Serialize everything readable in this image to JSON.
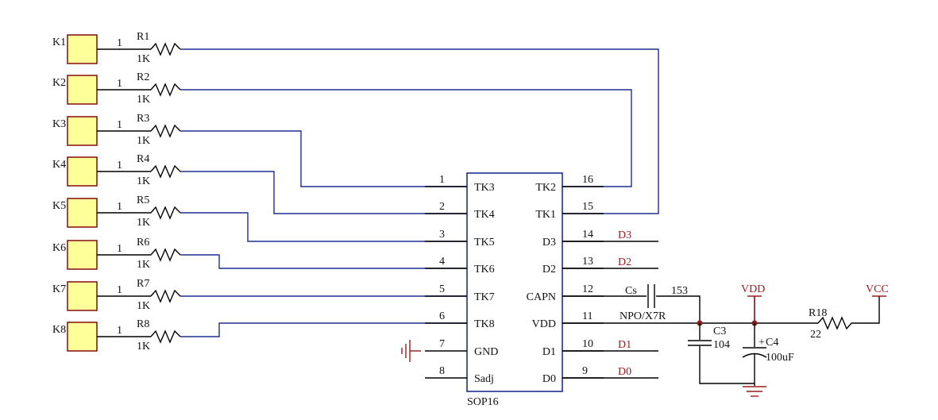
{
  "keys": [
    {
      "ref": "K1",
      "pin": "1",
      "res": "R1",
      "val": "1K"
    },
    {
      "ref": "K2",
      "pin": "1",
      "res": "R2",
      "val": "1K"
    },
    {
      "ref": "K3",
      "pin": "1",
      "res": "R3",
      "val": "1K"
    },
    {
      "ref": "K4",
      "pin": "1",
      "res": "R4",
      "val": "1K"
    },
    {
      "ref": "K5",
      "pin": "1",
      "res": "R5",
      "val": "1K"
    },
    {
      "ref": "K6",
      "pin": "1",
      "res": "R6",
      "val": "1K"
    },
    {
      "ref": "K7",
      "pin": "1",
      "res": "R7",
      "val": "1K"
    },
    {
      "ref": "K8",
      "pin": "1",
      "res": "R8",
      "val": "1K"
    }
  ],
  "ic": {
    "package": "SOP16",
    "left_pins": [
      {
        "num": "1",
        "name": "TK3"
      },
      {
        "num": "2",
        "name": "TK4"
      },
      {
        "num": "3",
        "name": "TK5"
      },
      {
        "num": "4",
        "name": "TK6"
      },
      {
        "num": "5",
        "name": "TK7"
      },
      {
        "num": "6",
        "name": "TK8"
      },
      {
        "num": "7",
        "name": "GND"
      },
      {
        "num": "8",
        "name": "Sadj"
      }
    ],
    "right_pins": [
      {
        "num": "16",
        "name": "TK2"
      },
      {
        "num": "15",
        "name": "TK1"
      },
      {
        "num": "14",
        "name": "D3",
        "net": "D3"
      },
      {
        "num": "13",
        "name": "D2",
        "net": "D2"
      },
      {
        "num": "12",
        "name": "CAPN"
      },
      {
        "num": "11",
        "name": "VDD"
      },
      {
        "num": "10",
        "name": "D1",
        "net": "D1"
      },
      {
        "num": "9",
        "name": "D0",
        "net": "D0"
      }
    ]
  },
  "cs": {
    "ref": "Cs",
    "value": "153",
    "dielectric": "NPO/X7R"
  },
  "c3": {
    "ref": "C3",
    "value": "104"
  },
  "c4": {
    "ref": "C4",
    "value": "100uF",
    "polarity": "+"
  },
  "r18": {
    "ref": "R18",
    "value": "22"
  },
  "power": {
    "vdd": "VDD",
    "vcc": "VCC"
  },
  "colors": {
    "wire": "#1f2f8f",
    "net_label": "#9a1b1b",
    "pad_fill": "#ffff99",
    "pad_border": "#8b1a1a"
  }
}
